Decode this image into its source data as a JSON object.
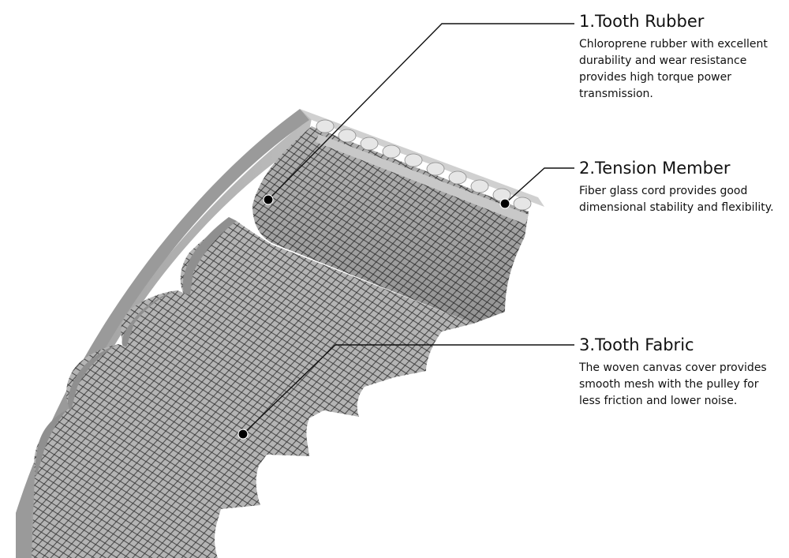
{
  "callouts": [
    {
      "title": "1.Tooth Rubber",
      "description": "Chloroprene rubber with excellent durability and wear resistance provides high torque power transmission."
    },
    {
      "title": "2.Tension Member",
      "description": "Fiber glass cord provides good dimensional stability and flexibility."
    },
    {
      "title": "3.Tooth Fabric",
      "description": "The woven canvas cover provides smooth mesh with the pulley for less friction and lower noise."
    }
  ],
  "colors": {
    "rubber_face": "#a8a8a8",
    "rubber_side": "#c4c4c4",
    "fabric_base": "#b2b2b2",
    "mesh_line": "#3a3a3a",
    "cord": "#e8e8e8",
    "leader_line": "#111111"
  }
}
